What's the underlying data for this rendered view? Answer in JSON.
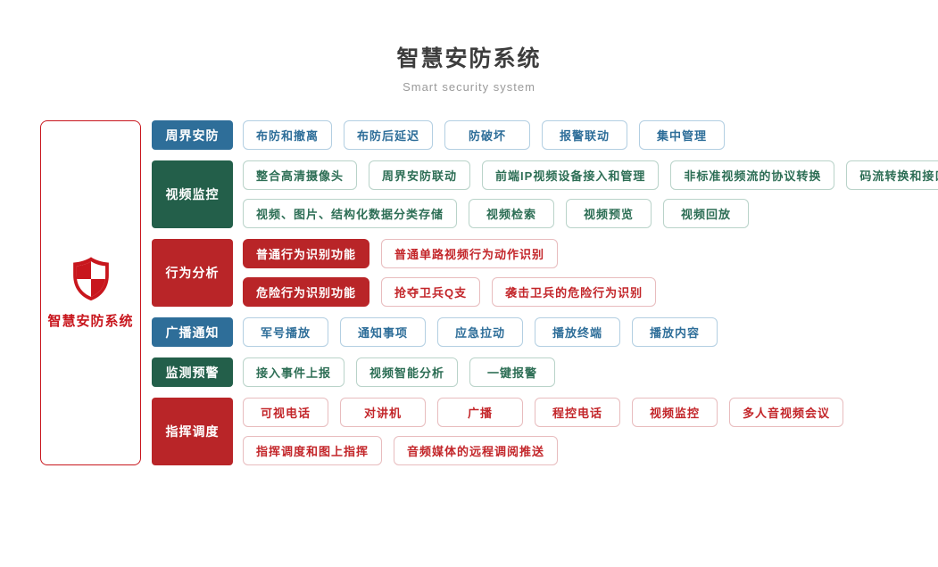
{
  "header": {
    "title": "智慧安防系统",
    "subtitle": "Smart security system"
  },
  "root": {
    "label": "智慧安防系统",
    "icon": "shield-icon",
    "color": "#c8161d"
  },
  "colors": {
    "blue": {
      "fill": "#2e6e99",
      "border": "#b3cfe2",
      "text": "#2e6e99"
    },
    "green": {
      "fill": "#235f4a",
      "border": "#b9d3c9",
      "text": "#2d6e55"
    },
    "red": {
      "fill": "#b92528",
      "border": "#e8bcbe",
      "text": "#c3262a"
    }
  },
  "categories": [
    {
      "label": "周界安防",
      "color": "blue",
      "lines": [
        [
          {
            "label": "布防和撤离"
          },
          {
            "label": "布防后延迟"
          },
          {
            "label": "防破坏"
          },
          {
            "label": "报警联动"
          },
          {
            "label": "集中管理"
          }
        ]
      ]
    },
    {
      "label": "视频监控",
      "color": "green",
      "lines": [
        [
          {
            "label": "整合高清摄像头"
          },
          {
            "label": "周界安防联动"
          },
          {
            "label": "前端IP视频设备接入和管理"
          },
          {
            "label": "非标准视频流的协议转换"
          },
          {
            "label": "码流转换和接口转换"
          }
        ],
        [
          {
            "label": "视频、图片、结构化数据分类存储"
          },
          {
            "label": "视频检索"
          },
          {
            "label": "视频预览"
          },
          {
            "label": "视频回放"
          }
        ]
      ]
    },
    {
      "label": "行为分析",
      "color": "red",
      "lines": [
        [
          {
            "label": "普通行为识别功能",
            "variant": "filled"
          },
          {
            "label": "普通单路视频行为动作识别"
          }
        ],
        [
          {
            "label": "危险行为识别功能",
            "variant": "filled"
          },
          {
            "label": "抢夺卫兵Q支"
          },
          {
            "label": "袭击卫兵的危险行为识别"
          }
        ]
      ]
    },
    {
      "label": "广播通知",
      "color": "blue",
      "lines": [
        [
          {
            "label": "军号播放"
          },
          {
            "label": "通知事项"
          },
          {
            "label": "应急拉动"
          },
          {
            "label": "播放终端"
          },
          {
            "label": "播放内容"
          }
        ]
      ]
    },
    {
      "label": "监测预警",
      "color": "green",
      "lines": [
        [
          {
            "label": "接入事件上报"
          },
          {
            "label": "视频智能分析"
          },
          {
            "label": "一键报警"
          }
        ]
      ]
    },
    {
      "label": "指挥调度",
      "color": "red",
      "lines": [
        [
          {
            "label": "可视电话"
          },
          {
            "label": "对讲机"
          },
          {
            "label": "广播"
          },
          {
            "label": "程控电话"
          },
          {
            "label": "视频监控"
          },
          {
            "label": "多人音视频会议"
          }
        ],
        [
          {
            "label": "指挥调度和图上指挥"
          },
          {
            "label": "音频媒体的远程调阅推送"
          }
        ]
      ]
    }
  ]
}
